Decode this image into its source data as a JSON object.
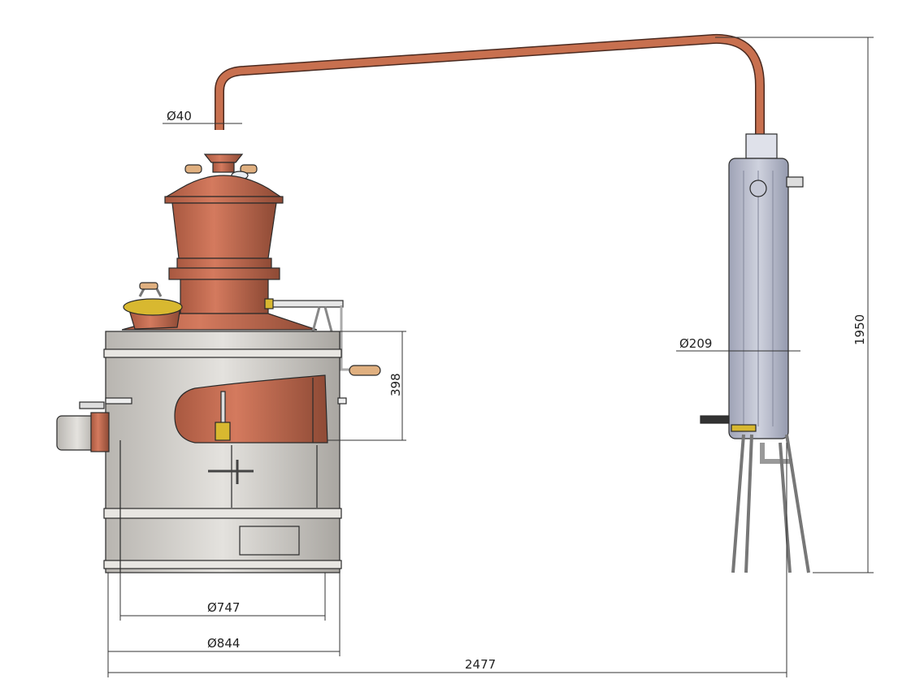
{
  "title": "Copper alembic still with condenser – dimensioned drawing",
  "dimensions": {
    "pipe_diameter": "Ø40",
    "condenser_diameter": "Ø209",
    "total_height": "1950",
    "window_height": "398",
    "inner_diameter": "Ø747",
    "outer_diameter": "Ø844",
    "total_width": "2477"
  },
  "colors": {
    "copper": "#c0684e",
    "steel": "#cfcdc9",
    "condenser": "#b4b8c8",
    "brass": "#d8b830",
    "wood": "#e0b080"
  }
}
